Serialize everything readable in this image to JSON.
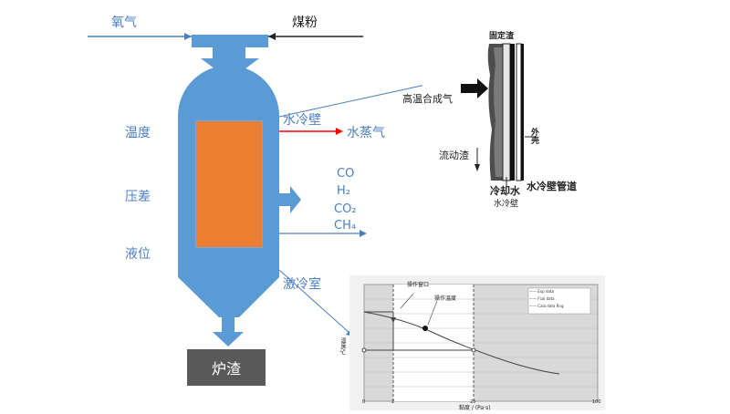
{
  "inlets": {
    "oxygen": "氧气",
    "coal": "煤粉"
  },
  "params": {
    "temperature": "温度",
    "pressure_diff": "压差",
    "liquid_level": "液位"
  },
  "outlets": {
    "water_wall": "水冷壁",
    "steam": "水蒸气",
    "gases": [
      "CO",
      "H₂",
      "CO₂",
      "CH₄"
    ],
    "quench": "激冷室"
  },
  "slag": "炉渣",
  "detail": {
    "fixed_slag": "固定渣",
    "hot_syngas": "高温合成气",
    "shell": "外壳",
    "flowing_slag": "流动渣",
    "cooling_water": "冷却水",
    "water_wall_small": "水冷壁",
    "water_wall_pipe": "水冷壁管道"
  },
  "graph": {
    "operating_window": "操作窗口",
    "operating_temp": "操作温度",
    "xlabel": "黏度 / (Pa·s)",
    "ylabel": "温度/℃",
    "x_ticks": [
      "0",
      "2",
      "25",
      "100"
    ],
    "legend": [
      "—— Exp data",
      "—— Fcal data",
      "—— Cala data Rng"
    ]
  },
  "colors": {
    "vessel": "#5b9bd5",
    "core": "#ed7d31",
    "slag": "#595959",
    "steam_arrow": "#ff0000",
    "label_blue": "#4a7fc1"
  }
}
